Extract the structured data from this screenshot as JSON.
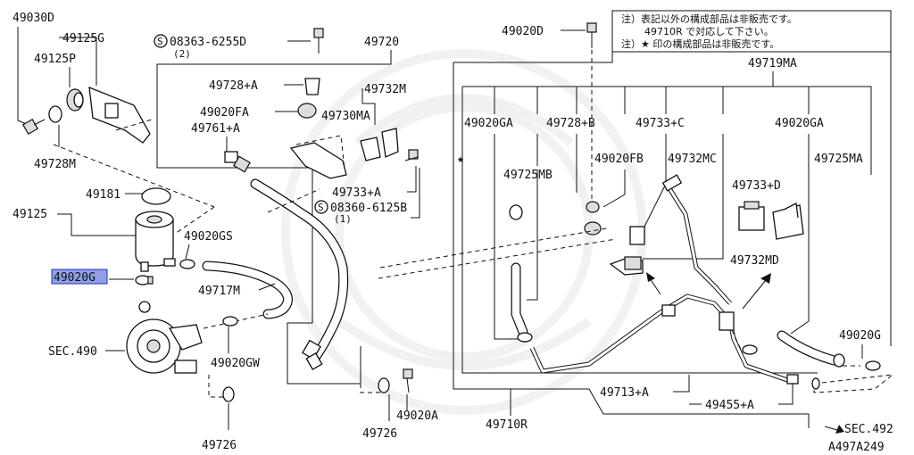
{
  "diagram": {
    "code": "A497A249",
    "note": {
      "line1": "注）表記以外の構成部品は非販売です。",
      "line2": "49710R で対応して下さい。",
      "line3": "注）★ 印の構成部品は非販売です。"
    },
    "star_mark": "★",
    "highlight_color": "#8f9fe8",
    "labels": {
      "p49030D": "49030D",
      "p49125G": "49125G",
      "p49125P": "49125P",
      "p49728M": "49728M",
      "p49181": "49181",
      "p49125": "49125",
      "p49020GS": "49020GS",
      "p49020G_sel": "49020G",
      "p49717M": "49717M",
      "sec490": "SEC.490",
      "p49020GW": "49020GW",
      "p49726_a": "49726",
      "p49726_b": "49726",
      "p49020A": "49020A",
      "s_circle_1": "S",
      "bolt1": "08363-6255D",
      "bolt1_qty": "(2)",
      "p49720": "49720",
      "p49728A": "49728+A",
      "p49020FA": "49020FA",
      "p49761A": "49761+A",
      "p49732M": "49732M",
      "p49730MA": "49730MA",
      "p49733A": "49733+A",
      "s_circle_2": "S",
      "bolt2": "08360-6125B",
      "bolt2_qty": "(1)",
      "p49020D": "49020D",
      "p49719MA": "49719MA",
      "p49020GA_a": "49020GA",
      "p49728B": "49728+B",
      "p49733C": "49733+C",
      "p49020GA_b": "49020GA",
      "p49725MB": "49725MB",
      "p49020FB": "49020FB",
      "p49732MC": "49732MC",
      "p49725MA": "49725MA",
      "p49733D": "49733+D",
      "p49732MD": "49732MD",
      "p49020G_r": "49020G",
      "p49713A": "49713+A",
      "p49455A": "49455+A",
      "p49710R": "49710R",
      "sec492": "SEC.492"
    }
  }
}
